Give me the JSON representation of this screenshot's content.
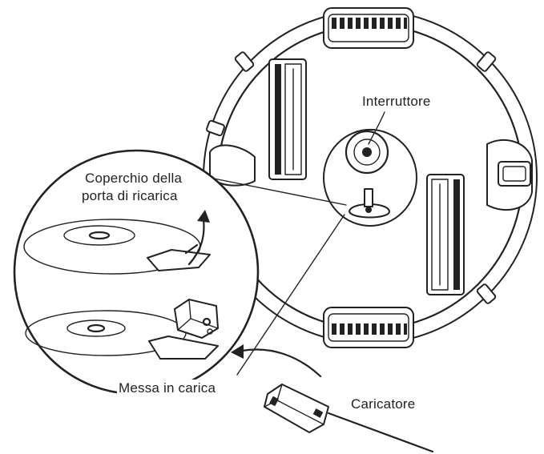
{
  "labels": {
    "switch": "Interruttore",
    "port_cover_line1": "Coperchio della",
    "port_cover_line2": "porta di ricarica",
    "charging": "Messa in carica",
    "charger": "Caricatore"
  },
  "colors": {
    "ink": "#222222",
    "background": "#ffffff"
  }
}
